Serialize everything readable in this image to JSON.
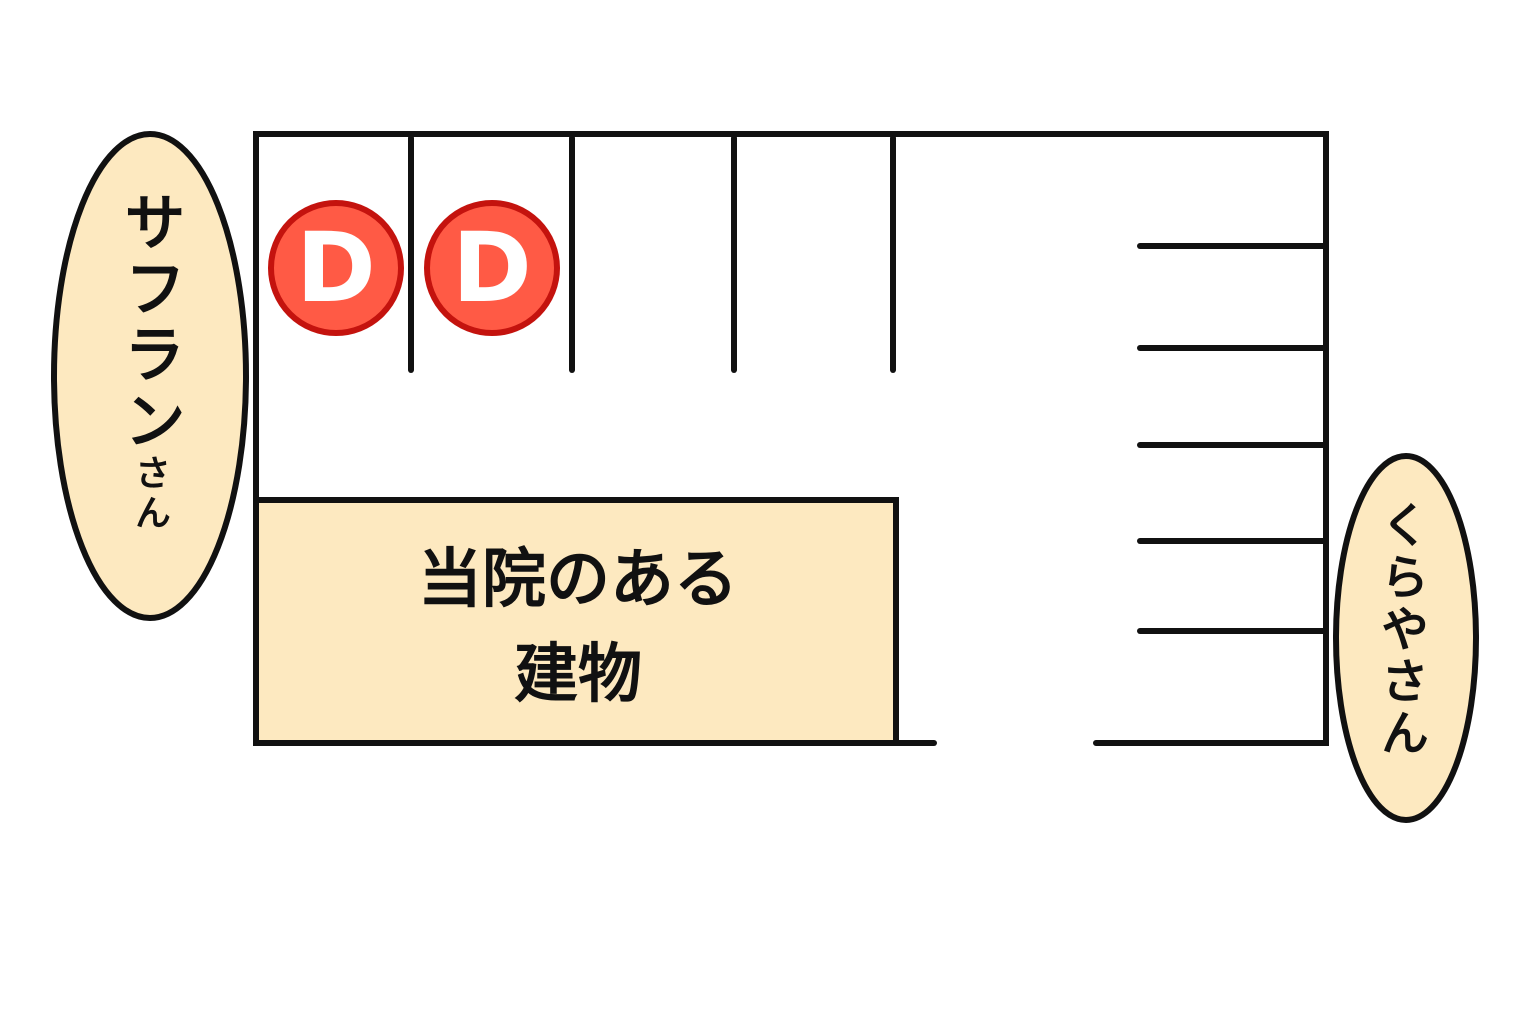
{
  "map": {
    "building": {
      "line1": "当院のある",
      "line2": "建物",
      "fill": "#fde9c0"
    },
    "neighbors": [
      {
        "name": "サフラン",
        "suffix": "さん",
        "position": "left"
      },
      {
        "name": "くらや",
        "suffix": "さん",
        "position": "right"
      }
    ],
    "parking_markers": [
      {
        "label": "D",
        "color": "#ff5a45",
        "border": "#c4130e"
      },
      {
        "label": "D",
        "color": "#ff5a45",
        "border": "#c4130e"
      }
    ],
    "parking": {
      "top_row_spaces": 5,
      "right_column_spaces": 6
    }
  }
}
